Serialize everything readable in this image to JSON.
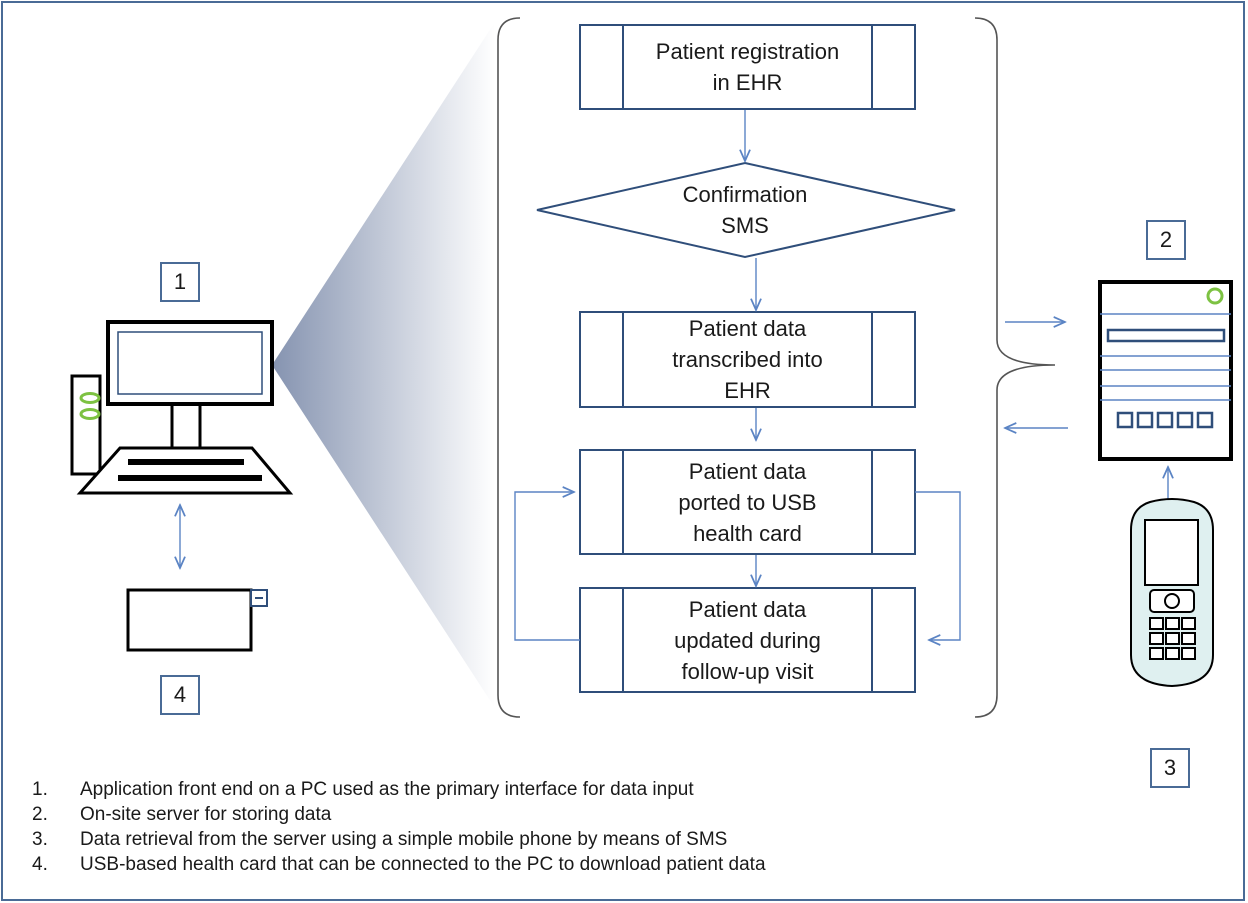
{
  "flowchart": {
    "registration": "Patient registration\nin EHR",
    "confirmation": "Confirmation\nSMS",
    "transcribed": "Patient data\ntranscribed into\nEHR",
    "ported": "Patient data\nported to USB\nhealth card",
    "updated": "Patient data\nupdated during\nfollow-up visit"
  },
  "labels": {
    "pc": "1",
    "server": "2",
    "phone": "3",
    "usb_card": "4"
  },
  "legend": [
    {
      "num": "1.",
      "text": "Application front end on a PC used as the primary interface for data input"
    },
    {
      "num": "2.",
      "text": "On-site server for storing data"
    },
    {
      "num": "3.",
      "text": "Data retrieval from the server using a simple mobile phone by means of SMS"
    },
    {
      "num": "4.",
      "text": "USB-based health card that can be connected to the PC to download patient data"
    }
  ],
  "colors": {
    "border": "#4a6b96",
    "arrow": "#5b84c4",
    "accent_green": "#7dc242",
    "phone_fill": "#dff0f0"
  }
}
